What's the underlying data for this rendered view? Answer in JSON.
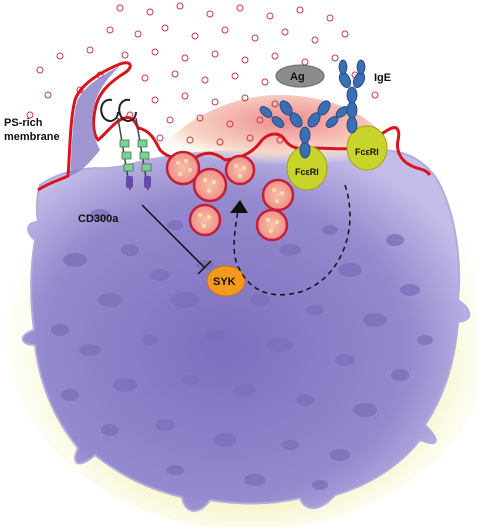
{
  "labels": {
    "membrane": [
      "PS-rich",
      "membrane"
    ],
    "cd300a": "CD300a",
    "syk": "SYK",
    "ag": "Ag",
    "ige": "IgE",
    "receptor_left": "FcεRI",
    "receptor_right": "FcεRI"
  },
  "colors": {
    "cell_body": "#8e84c9",
    "cell_edge": "#b9b0e2",
    "nucleus_spots": "#7a6fb8",
    "membrane_line": "#d8141c",
    "cytoplasm_tip": "#e9a0a6",
    "granule_fill": "#f2a49c",
    "granule_edge": "#c21f3a",
    "syk": "#f39a1e",
    "receptor": "#c9d42a",
    "antibody": "#3a6fb5",
    "antigen": "#8c8c8c",
    "cd300a_stalk": "#7fcf9a",
    "cd300a_tail": "#6a4aa8",
    "halo": "#f4f2c6"
  }
}
